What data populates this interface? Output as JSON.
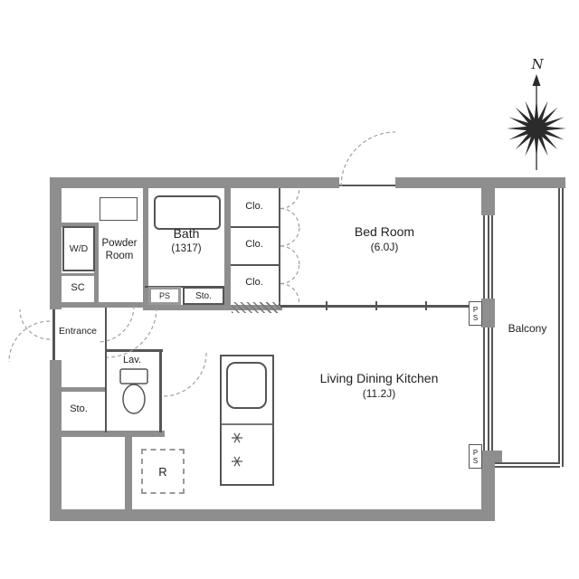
{
  "compass": {
    "label": "N"
  },
  "rooms": {
    "bath": {
      "name": "Bath",
      "size": "(1317)"
    },
    "powder": {
      "line1": "Powder",
      "line2": "Room"
    },
    "wd": {
      "name": "W/D"
    },
    "sc": {
      "name": "SC"
    },
    "entrance": {
      "name": "Entrance"
    },
    "lav": {
      "name": "Lav."
    },
    "sto_hall": {
      "name": "Sto."
    },
    "sto_lower": {
      "name": "Sto."
    },
    "ps_hall": {
      "name": "PS"
    },
    "ps_mid": {
      "name": "PS"
    },
    "ps_lower": {
      "name": "PS"
    },
    "refrigerator": {
      "name": "R"
    },
    "closet1": {
      "name": "Clo."
    },
    "closet2": {
      "name": "Clo."
    },
    "closet3": {
      "name": "Clo."
    },
    "bedroom": {
      "name": "Bed Room",
      "size": "(6.0J)"
    },
    "ldk": {
      "name": "Living Dining Kitchen",
      "size": "(11.2J)"
    },
    "balcony": {
      "name": "Balcony"
    }
  },
  "colors": {
    "wall": "#8e8e8e",
    "line": "#555555",
    "dash": "#a0a0a0",
    "text": "#222222"
  }
}
